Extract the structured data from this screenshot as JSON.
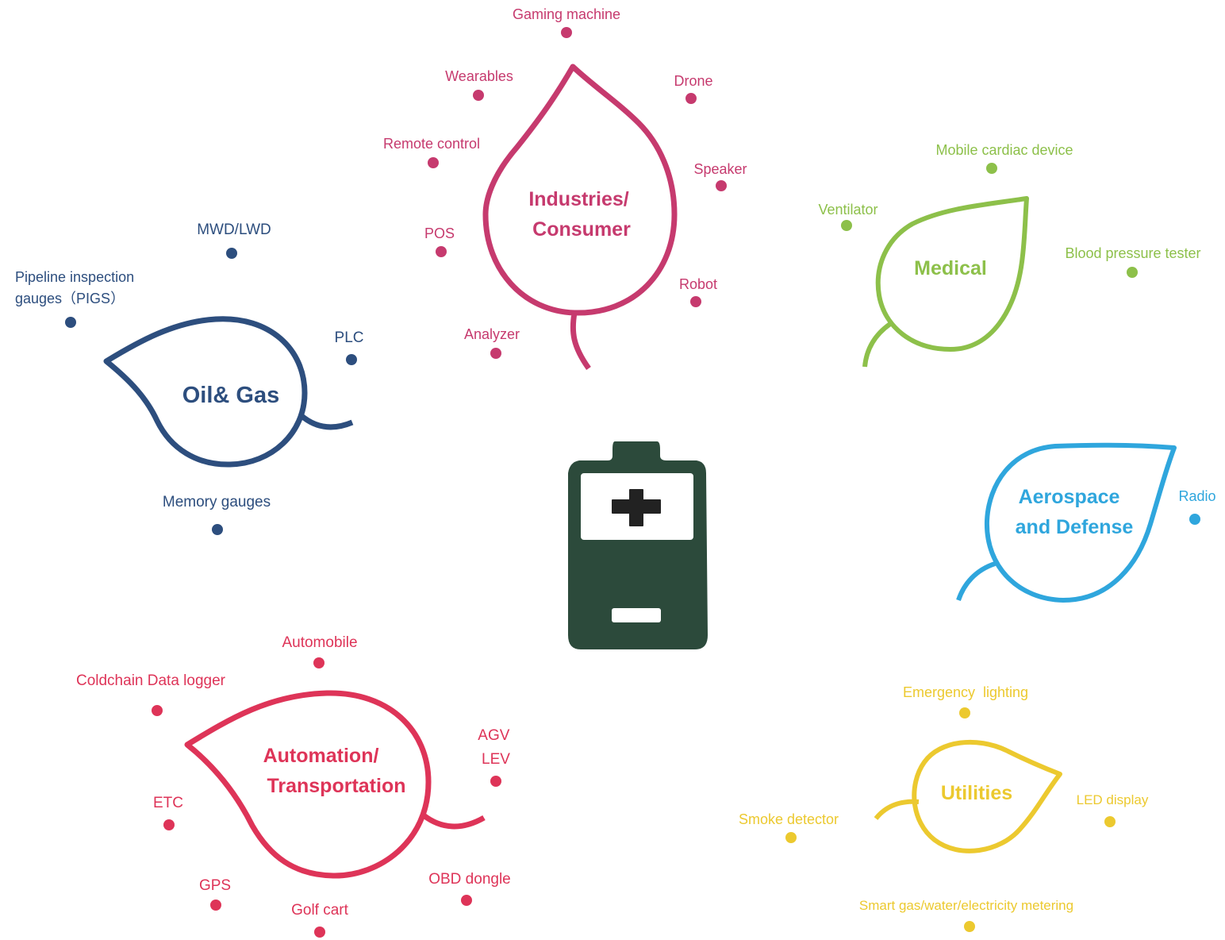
{
  "center": {
    "icon": "battery-icon"
  },
  "sectors": [
    {
      "id": "industries",
      "color": "#c63a6e",
      "title": [
        "Industries/",
        "Consumer"
      ],
      "items": [
        "Gaming machine",
        "Wearables",
        "Drone",
        "Remote control",
        "Speaker",
        "POS",
        "Robot",
        "Analyzer"
      ]
    },
    {
      "id": "oil-gas",
      "color": "#2d4e7e",
      "title": [
        "Oil& Gas"
      ],
      "items": [
        "MWD/LWD",
        [
          "Pipeline inspection",
          "gauges（PIGS）"
        ],
        "PLC",
        "Memory gauges"
      ]
    },
    {
      "id": "medical",
      "color": "#8dc04a",
      "title": [
        "Medical"
      ],
      "items": [
        "Mobile cardiac device",
        "Ventilator",
        "Blood pressure tester"
      ]
    },
    {
      "id": "aerospace",
      "color": "#2fa6dd",
      "title": [
        "Aerospace",
        "and Defense"
      ],
      "items": [
        "Radio"
      ]
    },
    {
      "id": "automation",
      "color": "#de3458",
      "title": [
        "Automation/",
        "Transportation"
      ],
      "items": [
        "Automobile",
        "Coldchain Data logger",
        [
          "AGV",
          "LEV"
        ],
        "ETC",
        "GPS",
        "Golf cart",
        "OBD dongle"
      ]
    },
    {
      "id": "utilities",
      "color": "#ecc92f",
      "title": [
        "Utilities"
      ],
      "items": [
        "Emergency  lighting",
        "Smoke detector",
        "LED display",
        "Smart gas/water/electricity metering"
      ]
    }
  ]
}
